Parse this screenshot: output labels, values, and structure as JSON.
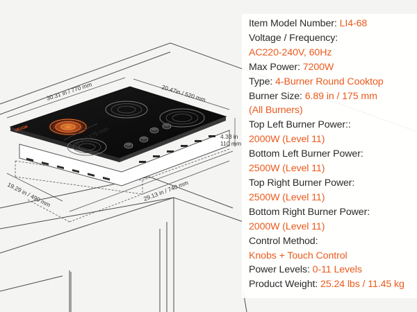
{
  "accent_color": "#ea5a1c",
  "cooktop": {
    "brand_logo": "VEVOR",
    "knob_count": 4,
    "dimensions": {
      "width": "30.31 in / 770 mm",
      "depth": "20.47in / 520 mm",
      "height": "4.33 in",
      "height_mm": "110 mm",
      "cutout_depth": "19.29 in / 490 mm",
      "cutout_width": "29.13 in / 740 mm",
      "burner_diameter": "6.89 in / 175 mm"
    }
  },
  "specs": {
    "model_label": "Item Model Number: ",
    "model_value": "LI4-68",
    "voltage_label": "Voltage / Frequency:",
    "voltage_value": "AC220-240V, 60Hz",
    "max_power_label": "Max Power: ",
    "max_power_value": "7200W",
    "type_label": "Type: ",
    "type_value": "4-Burner Round Cooktop",
    "burner_size_label": "Burner Size: ",
    "burner_size_value": "6.89 in / 175 mm",
    "burner_size_value2": "(All Burners)",
    "top_left_label": "Top Left Burner Power::",
    "top_left_value": "2000W (Level 11)",
    "bottom_left_label": "Bottom Left Burner Power:",
    "bottom_left_value": "2500W (Level 11)",
    "top_right_label": "Top Right Burner Power:",
    "top_right_value": "2500W (Level 11)",
    "bottom_right_label": "Bottom Right Burner Power:",
    "bottom_right_value": "2000W (Level 11)",
    "control_label": "Control Method:",
    "control_value": "Knobs + Touch Control",
    "levels_label": "Power Levels: ",
    "levels_value": "0-11 Levels",
    "weight_label": "Product Weight: ",
    "weight_value": "25.24 lbs / 11.45 kg"
  }
}
